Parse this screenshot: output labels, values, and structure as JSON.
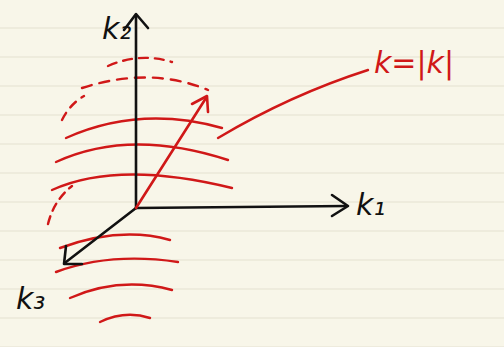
{
  "diagram": {
    "labels": [
      "k₂",
      "k₁",
      "k₃",
      "k=|k|"
    ]
  }
}
